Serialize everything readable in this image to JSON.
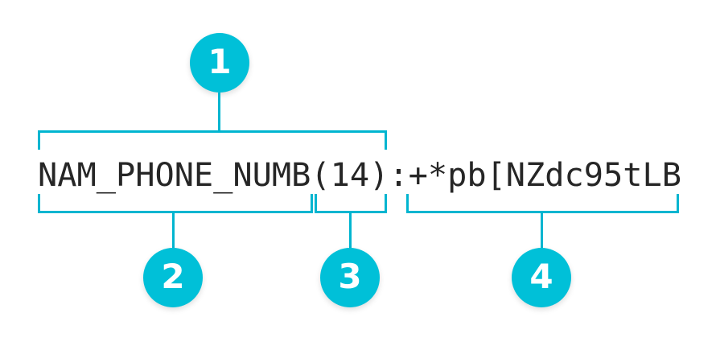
{
  "diagram": {
    "title_text": "NAM_PHONE_NUMB(14):+*pb[NZdc95tLB",
    "colors": {
      "badge_fill": "#00C0D8",
      "bracket_stroke": "#00B5D0",
      "text": "#262626",
      "background": "#FFFFFF",
      "badge_label": "#FFFFFF"
    },
    "segments": [
      {
        "number": "1",
        "text": "NAM_PHONE_NUMB(14)",
        "position": "above",
        "role": "full-field-identifier"
      },
      {
        "number": "2",
        "text": "NAM_PHONE_NUMB",
        "position": "below",
        "role": "field-name"
      },
      {
        "number": "3",
        "text": "(14)",
        "position": "below",
        "role": "field-length"
      },
      {
        "number": "4",
        "text": ":+*pb[NZdc95tLB",
        "position": "below",
        "role": "field-value"
      }
    ]
  }
}
